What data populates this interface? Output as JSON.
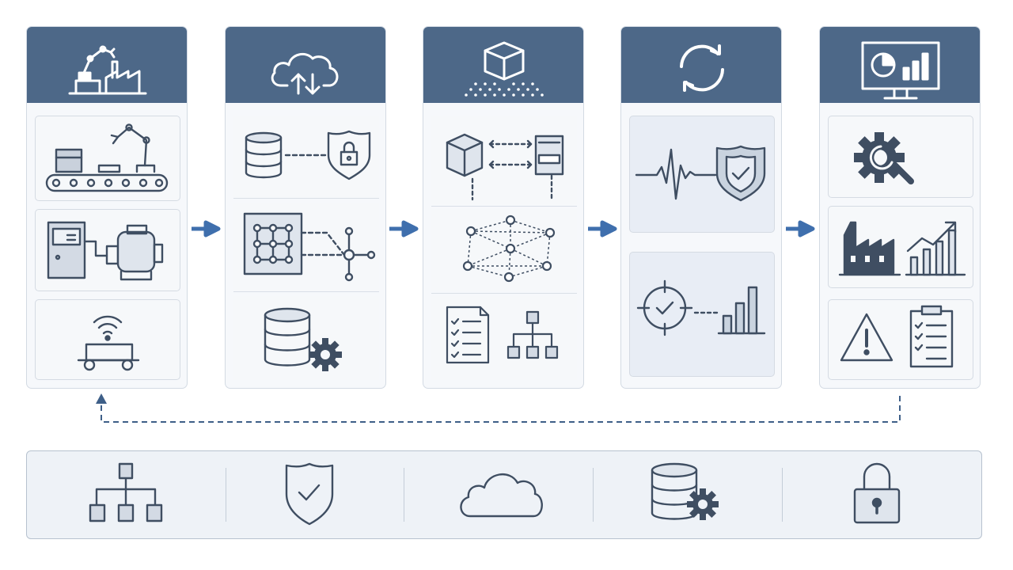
{
  "diagram": {
    "stages": [
      {
        "id": "acquisition",
        "header_icon": "robot-arm-factory-icon",
        "tiles": [
          "conveyor-robot-arm-icon",
          "control-cabinet-motor-icon",
          "wireless-cart-icon"
        ]
      },
      {
        "id": "transmission",
        "header_icon": "cloud-upload-download-icon",
        "tiles": [
          "database-lock-icon",
          "grid-network-hub-icon",
          "database-gear-icon"
        ]
      },
      {
        "id": "modeling",
        "header_icon": "cube-on-grid-icon",
        "tiles": [
          "cube-to-device-icon",
          "network-graph-icon",
          "checklist-hierarchy-icon"
        ]
      },
      {
        "id": "synchronization",
        "header_icon": "sync-arrows-icon",
        "tiles": [
          "pulse-shield-icon",
          "target-bar-chart-icon"
        ]
      },
      {
        "id": "application",
        "header_icon": "monitor-dashboard-icon",
        "tiles": [
          "gear-wrench-icon",
          "factory-growth-chart-icon",
          "warning-clipboard-icon"
        ]
      }
    ],
    "feedback_loop": {
      "from": "application",
      "to": "acquisition",
      "style": "dashed"
    },
    "foundation_bar": [
      "hierarchy-icon",
      "shield-check-icon",
      "cloud-icon",
      "database-gear-icon",
      "padlock-icon"
    ],
    "colors": {
      "header": "#4d6888",
      "icon_stroke": "#3f4e62",
      "arrow": "#3f6fad",
      "loop": "#3e5f88"
    }
  }
}
